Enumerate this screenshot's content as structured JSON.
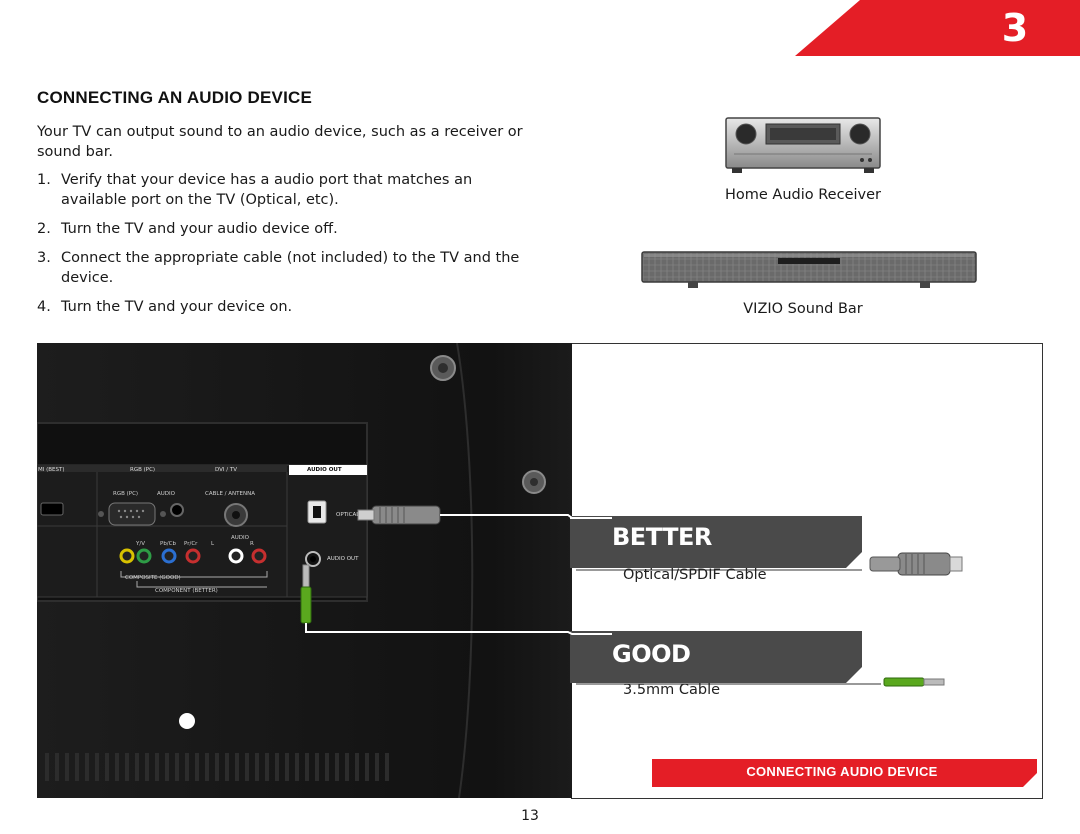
{
  "chapter": {
    "number": "3",
    "color": "#e41e26"
  },
  "heading": "CONNECTING AN AUDIO DEVICE",
  "intro": "Your TV can output sound to an audio device, such as a receiver or sound bar.",
  "steps": [
    {
      "num": "1.",
      "text": "Verify that your device has a audio port that matches an available port on the TV (Optical, etc)."
    },
    {
      "num": "2.",
      "text": "Turn the TV and your audio device off."
    },
    {
      "num": "3.",
      "text": "Connect the appropriate cable (not included) to the TV and the device."
    },
    {
      "num": "4.",
      "text": "Turn the TV and your device on."
    }
  ],
  "devices": {
    "receiver_caption": "Home Audio Receiver",
    "soundbar_caption": "VIZIO Sound Bar"
  },
  "tv_panel": {
    "top_labels": [
      "MI (BEST)",
      "RGB (PC)",
      "DVI / TV",
      "AUDIO OUT"
    ],
    "port_labels": {
      "rgb_pc": "RGB (PC)",
      "audio": "AUDIO",
      "cable_antenna": "CABLE / ANTENNA",
      "optical": "OPTICAL",
      "audio_out": "AUDIO OUT",
      "y": "Y/V",
      "pb_cb": "Pb/Cb",
      "pr_cr": "Pr/Cr",
      "l": "L",
      "audio2": "AUDIO",
      "r": "R",
      "composite": "COMPOSITE (GOOD)",
      "component": "COMPONENT (BETTER)"
    }
  },
  "connections": [
    {
      "tier": "BETTER",
      "cable": "Optical/SPDIF Cable"
    },
    {
      "tier": "GOOD",
      "cable": "3.5mm Cable"
    }
  ],
  "nav_tab": "CONNECTING AUDIO DEVICE",
  "page_number": "13",
  "colors": {
    "accent": "#e41e26",
    "tier_band": "#4a4a4a",
    "panel": "#141414",
    "green_plug": "#5aa81e"
  }
}
